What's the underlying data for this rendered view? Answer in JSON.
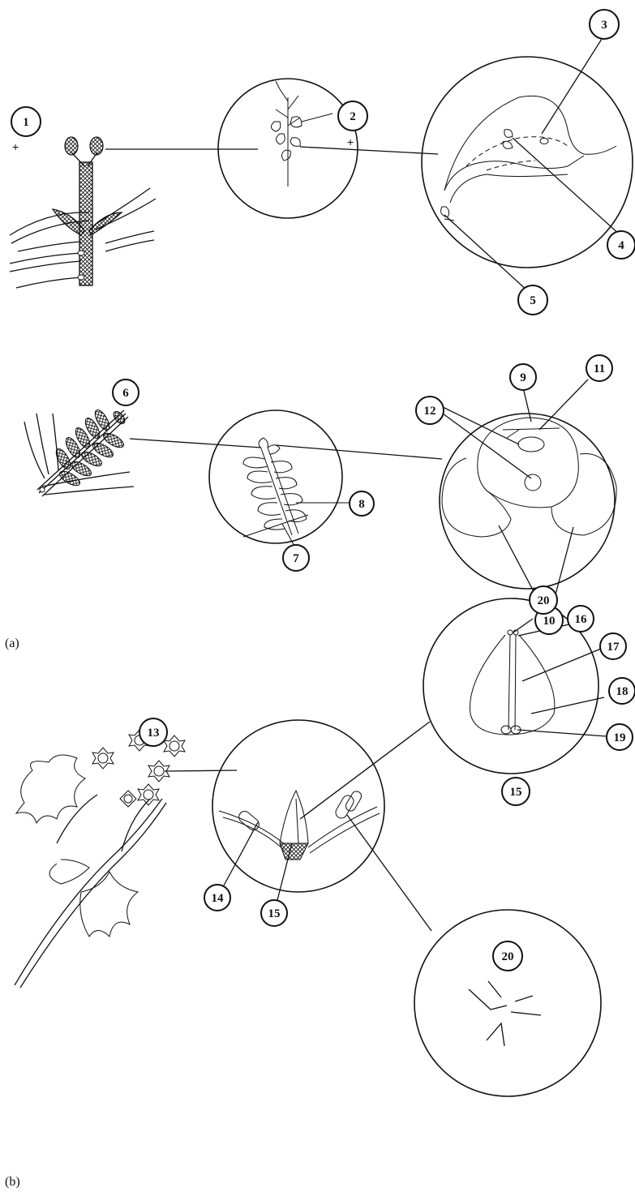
{
  "panels": {
    "a": "(a)",
    "b": "(b)"
  },
  "plus_signs": [
    "+",
    "+"
  ],
  "labels": [
    "1",
    "2",
    "3",
    "4",
    "5",
    "6",
    "7",
    "8",
    "9",
    "10",
    "11",
    "12",
    "13",
    "14",
    "15",
    "15",
    "16",
    "17",
    "18",
    "19",
    "20",
    "20"
  ],
  "colors": {
    "ink": "#111111",
    "background": "#ffffff"
  }
}
